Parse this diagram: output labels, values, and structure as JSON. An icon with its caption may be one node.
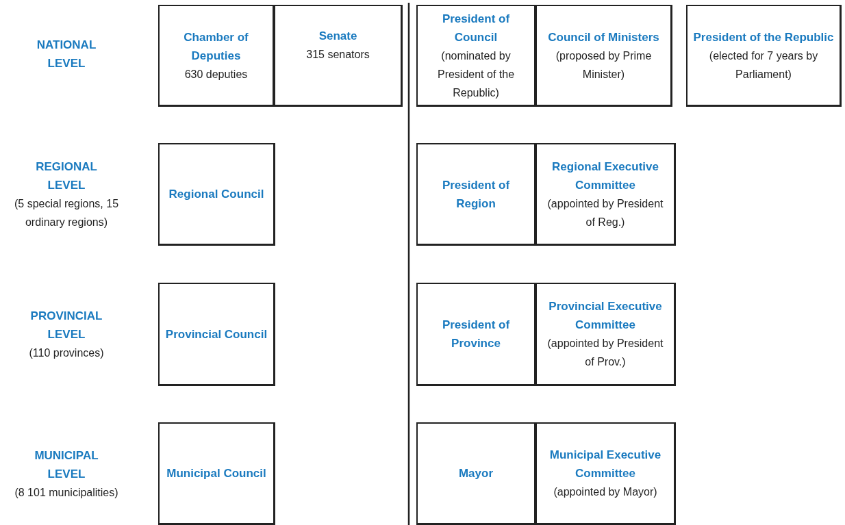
{
  "diagram": {
    "nodes": [
      {
        "text": [
          "Chamber of Deputies",
          "630 deputies"
        ]
      },
      {
        "text": [
          "Senate",
          "315 senators"
        ]
      },
      {
        "text": [
          "President of Council",
          "(nominated by President of the Republic)"
        ]
      },
      {
        "text": [
          "Council of Ministers",
          "(proposed by Prime Minister)"
        ]
      },
      {
        "text": [
          "President of the Republic",
          "(elected for 7 years by Parliament)"
        ]
      },
      {
        "text": [
          "Regional Council"
        ]
      },
      {
        "text": [
          "President of Region"
        ]
      },
      {
        "text": [
          "Regional Executive Committee",
          "(appointed by President of Reg.)"
        ]
      },
      {
        "text": [
          "Provincial Council"
        ]
      },
      {
        "text": [
          "President of Province"
        ]
      },
      {
        "text": [
          "Provincial Executive Committee",
          "(appointed by President of Prov.)"
        ]
      },
      {
        "text": [
          "Municipal Council"
        ]
      },
      {
        "text": [
          "Mayor"
        ]
      },
      {
        "text": [
          "Municipal Executive Committee",
          "(appointed by Mayor)"
        ]
      }
    ],
    "edges": [],
    "labels": [
      "NATIONAL LEVEL",
      "REGIONAL LEVEL",
      "(5 special regions, 15 ordinary regions)",
      "PROVINCIAL LEVEL",
      "(110 provinces)",
      "MUNICIPAL LEVEL",
      "(8 101 municipalities)"
    ]
  }
}
